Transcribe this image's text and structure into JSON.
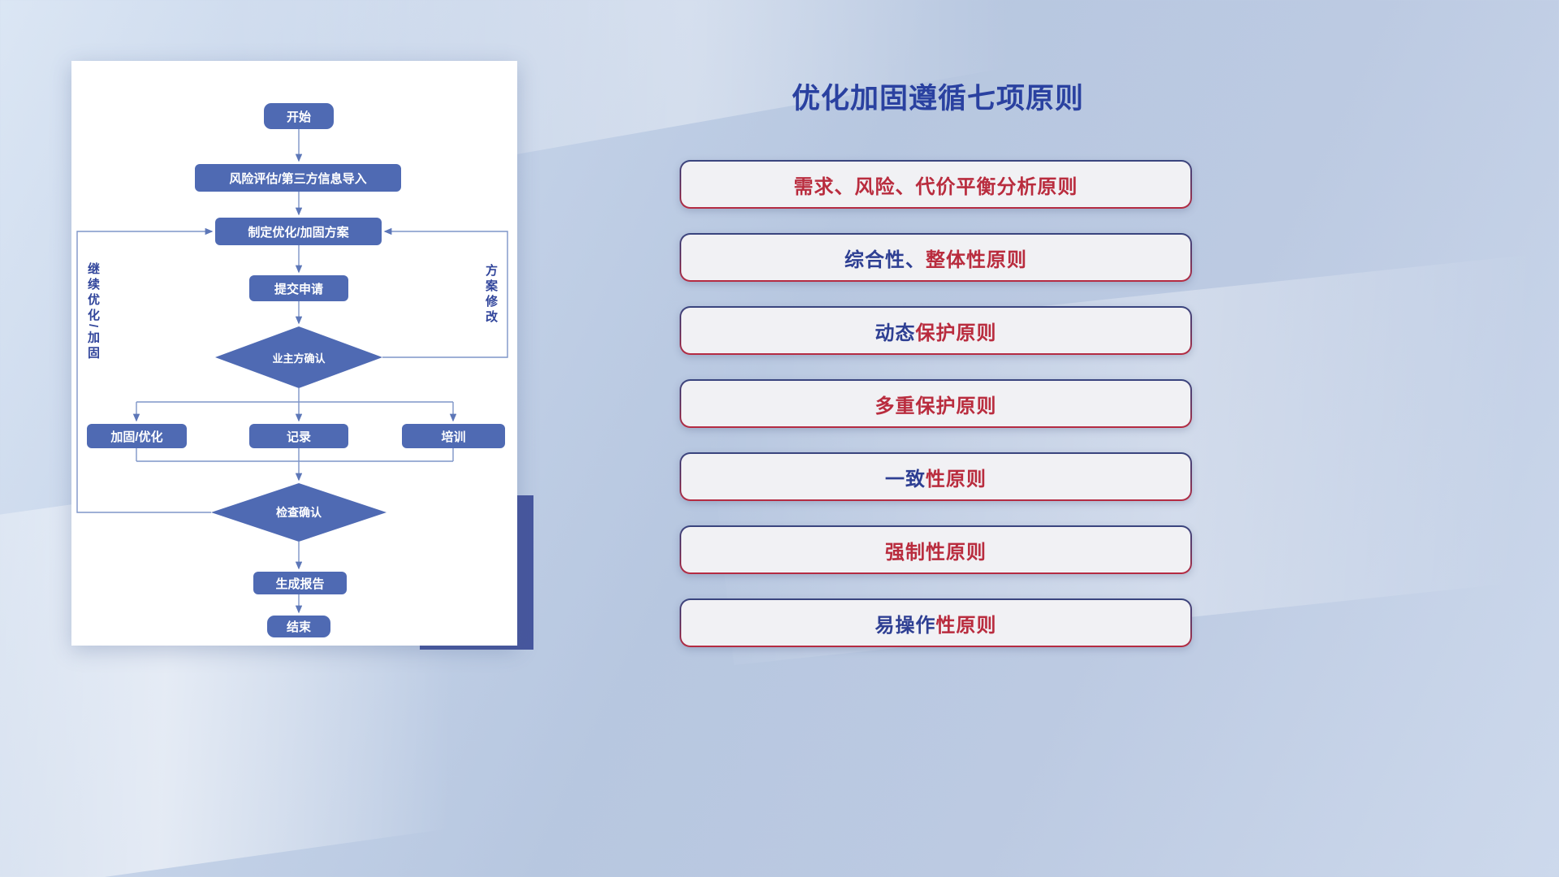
{
  "title": "优化加固遵循七项原则",
  "flowchart": {
    "nodes": {
      "start": "开始",
      "risk_assess": "风险评估/第三方信息导入",
      "make_plan": "制定优化/加固方案",
      "submit": "提交申请",
      "owner_confirm": "业主方确认",
      "reinforce": "加固/优化",
      "record": "记录",
      "train": "培训",
      "check_confirm": "检查确认",
      "report": "生成报告",
      "end": "结束"
    },
    "edge_labels": {
      "continue_loop": "继续优化/加固",
      "plan_revise": "方案修改"
    }
  },
  "colors": {
    "red": "#b92c3e",
    "navy": "#2e3f93",
    "title": "#2a41a0",
    "node_fill": "#4f6ab3",
    "connector": "#7e95c8"
  },
  "principles": [
    {
      "segments": [
        {
          "text": "需求、风险、代价平衡分析原则",
          "color": "red"
        }
      ]
    },
    {
      "segments": [
        {
          "text": "综合性、",
          "color": "navy"
        },
        {
          "text": "整体性原则",
          "color": "red"
        }
      ]
    },
    {
      "segments": [
        {
          "text": "动态",
          "color": "navy"
        },
        {
          "text": "保护原则",
          "color": "red"
        }
      ]
    },
    {
      "segments": [
        {
          "text": "多重保护原则",
          "color": "red"
        }
      ]
    },
    {
      "segments": [
        {
          "text": "一致",
          "color": "navy"
        },
        {
          "text": "性原则",
          "color": "red"
        }
      ]
    },
    {
      "segments": [
        {
          "text": "强制性原则",
          "color": "red"
        }
      ]
    },
    {
      "segments": [
        {
          "text": "易操作",
          "color": "navy"
        },
        {
          "text": "性原则",
          "color": "red"
        }
      ]
    }
  ]
}
